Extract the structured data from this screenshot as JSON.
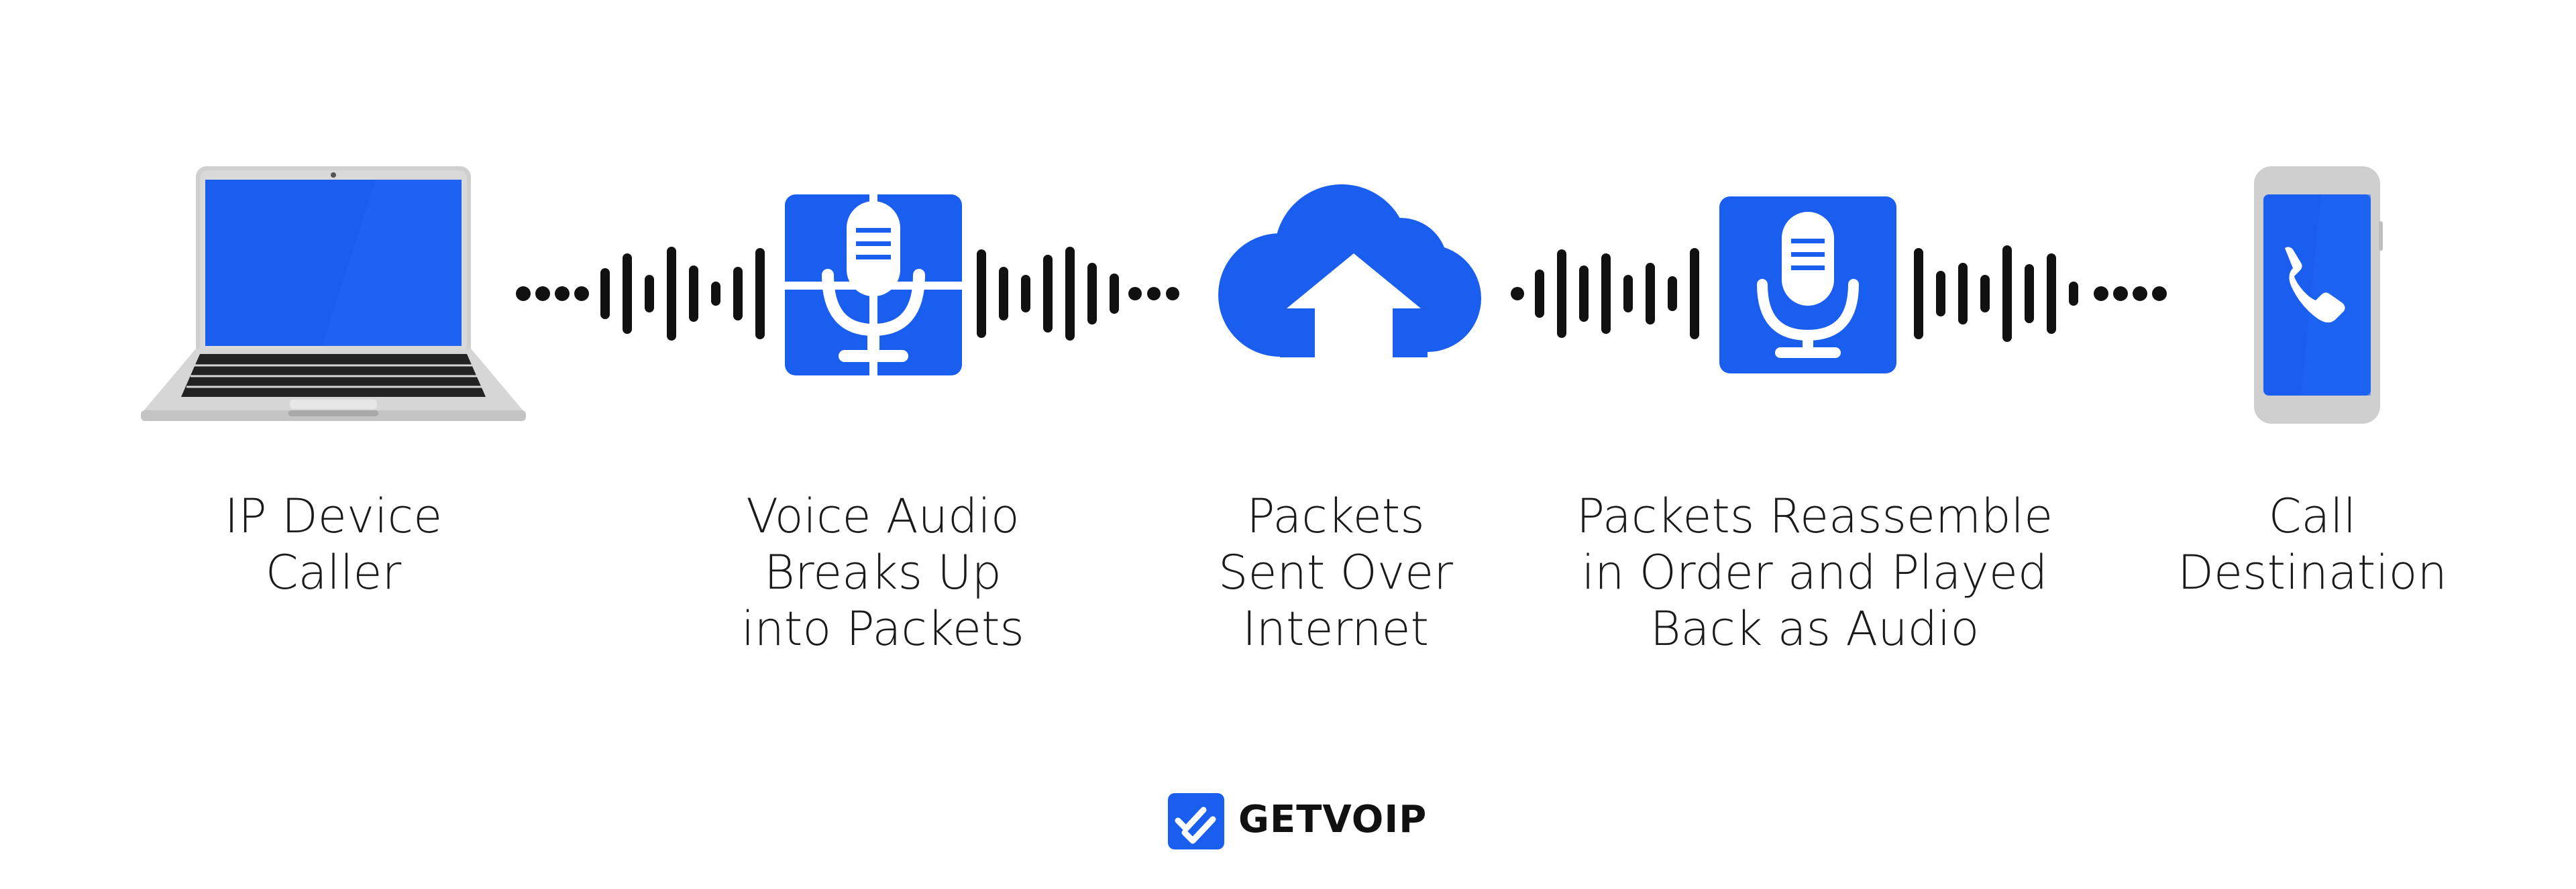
{
  "colors": {
    "accent": "#1A5EF0",
    "accent_dark": "#0F4FD8",
    "device_gray": "#CFCFCF",
    "wave": "#111111",
    "text": "#1A1A1A"
  },
  "steps": [
    {
      "icon": "laptop-icon",
      "lines": [
        "IP Device",
        "Caller"
      ]
    },
    {
      "icon": "split-microphone-icon",
      "lines": [
        "Voice Audio",
        "Breaks Up",
        "into Packets"
      ]
    },
    {
      "icon": "cloud-upload-icon",
      "lines": [
        "Packets",
        "Sent Over",
        "Internet"
      ]
    },
    {
      "icon": "microphone-icon",
      "lines": [
        "Packets Reassemble",
        "in Order and Played",
        "Back as Audio"
      ]
    },
    {
      "icon": "smartphone-call-icon",
      "lines": [
        "Call",
        "Destination"
      ]
    }
  ],
  "brand": {
    "name": "GETVOIP",
    "icon": "double-check-logo-icon"
  }
}
